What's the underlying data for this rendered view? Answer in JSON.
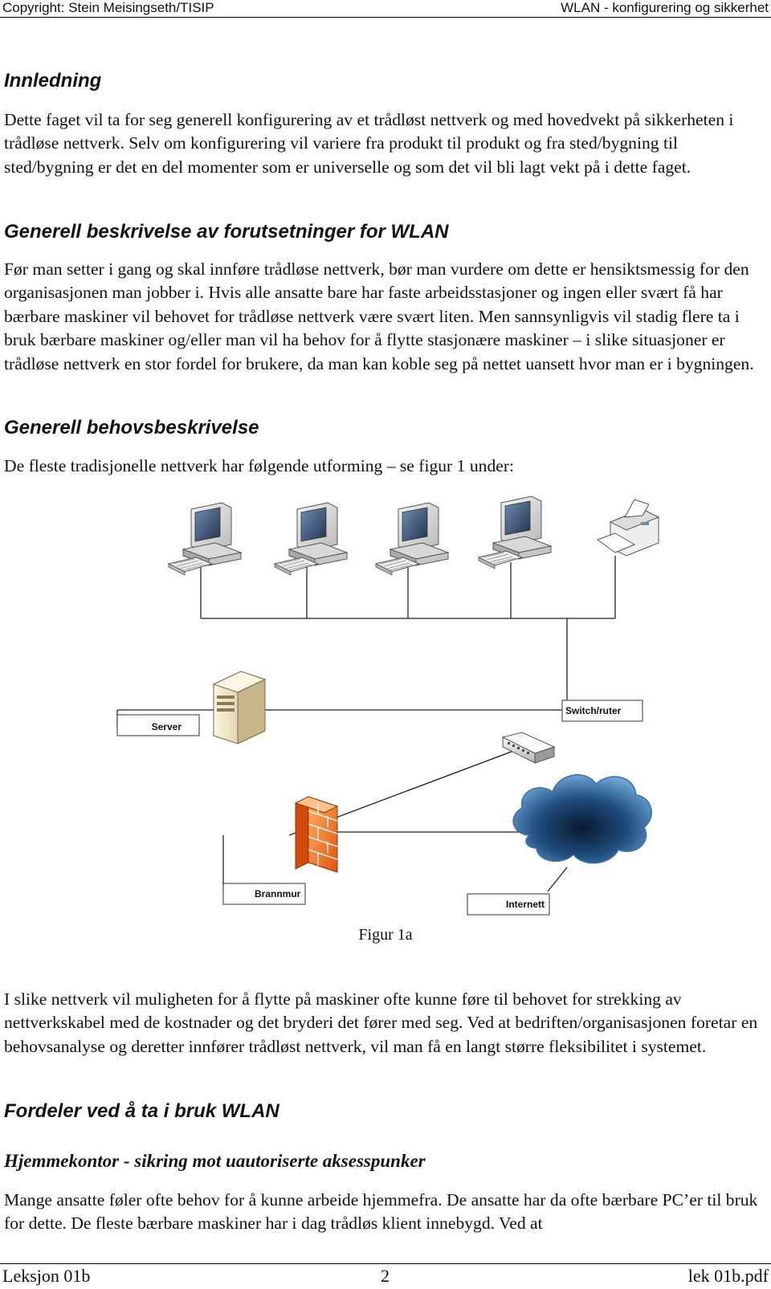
{
  "header": {
    "left": "Copyright: Stein Meisingseth/TISIP",
    "right": "WLAN - konfigurering og sikkerhet"
  },
  "sections": {
    "innledning": {
      "heading": "Innledning",
      "text": "Dette faget vil ta for seg generell konfigurering av et trådløst nettverk og med hovedvekt på sikkerheten i trådløse nettverk. Selv om konfigurering vil variere fra produkt til produkt og fra sted/bygning til sted/bygning er det en del momenter som er universelle og som det vil bli lagt vekt på i dette faget."
    },
    "forutsetninger": {
      "heading": "Generell beskrivelse av forutsetninger for WLAN",
      "text": "Før man setter i gang og skal innføre trådløse nettverk, bør man vurdere om dette er hensiktsmessig for den organisasjonen man jobber i. Hvis alle ansatte bare har faste arbeidsstasjoner og ingen eller svært få har bærbare maskiner vil behovet for trådløse nettverk være svært liten. Men sannsynligvis vil stadig flere ta i bruk bærbare maskiner og/eller man vil ha behov for å flytte stasjonære maskiner – i slike situasjoner er trådløse nettverk en stor fordel for brukere, da man kan koble seg på nettet uansett hvor man er i bygningen."
    },
    "behov": {
      "heading": "Generell behovsbeskrivelse",
      "text": "De fleste tradisjonelle nettverk har følgende utforming – se figur 1 under:"
    },
    "after_figure": {
      "text": "I slike nettverk vil muligheten for å flytte på maskiner ofte kunne føre til behovet for strekking av nettverkskabel med de kostnader og det bryderi det fører med seg. Ved at bedriften/organisasjonen foretar en behovsanalyse og deretter innfører trådløst nettverk, vil man få en langt større fleksibilitet i systemet."
    },
    "fordeler": {
      "heading": "Fordeler ved å ta i bruk WLAN",
      "subheading": "Hjemmekontor - sikring mot uautoriserte aksesspunker",
      "text": "Mange ansatte føler ofte behov for å kunne arbeide hjemmefra. De ansatte har da ofte bærbare PC’er til bruk for dette. De fleste bærbare maskiner har i dag trådløs klient innebygd. Ved at"
    }
  },
  "figure": {
    "caption": "Figur 1a",
    "labels": {
      "server": "Server",
      "switch": "Switch/ruter",
      "firewall": "Brannmur",
      "internet": "Internett"
    }
  },
  "footer": {
    "left": "Leksjon 01b",
    "center": "2",
    "right": "lek 01b.pdf"
  }
}
